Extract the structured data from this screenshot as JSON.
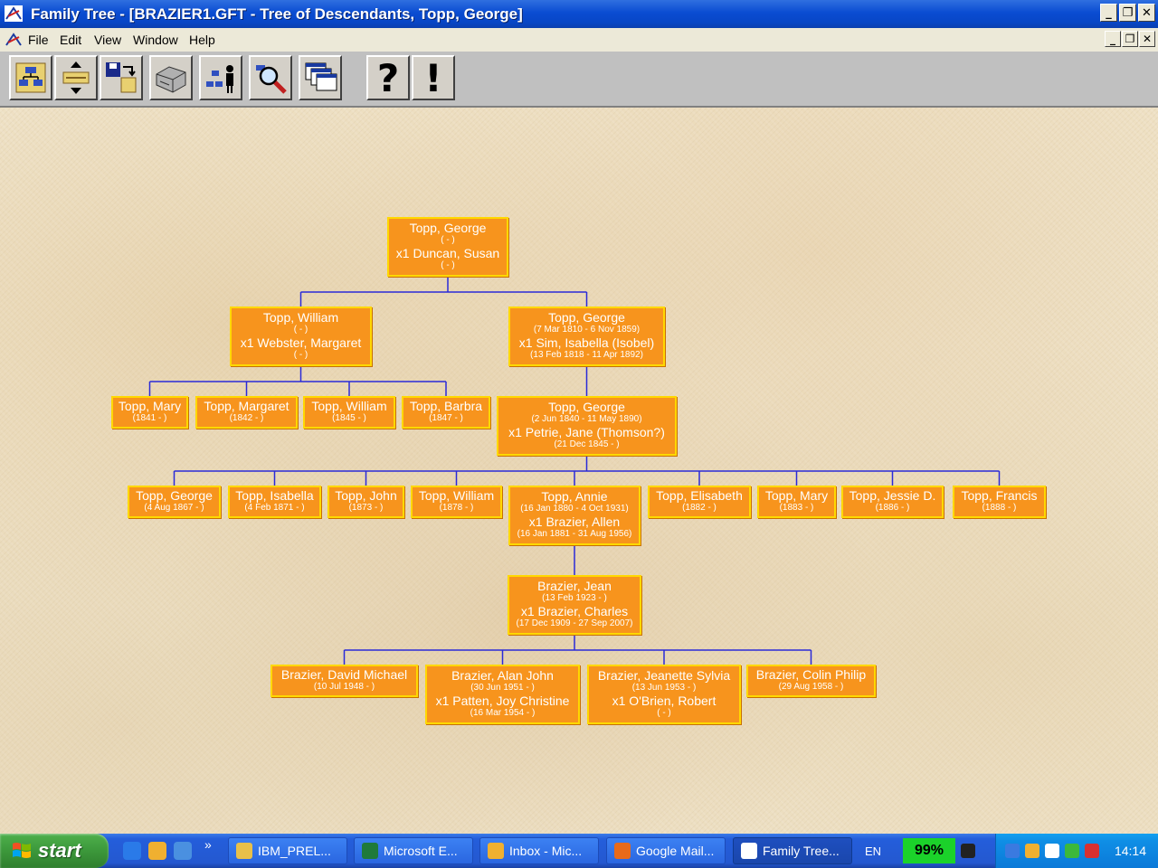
{
  "window": {
    "title": "Family Tree - [BRAZIER1.GFT - Tree of Descendants, Topp, George]",
    "controls": [
      "_",
      "❐",
      "✕"
    ]
  },
  "menu": {
    "items": [
      "File",
      "Edit",
      "View",
      "Window",
      "Help"
    ],
    "mdi_controls": [
      "_",
      "❐",
      "✕"
    ]
  },
  "toolbar": {
    "buttons": [
      {
        "icon": "family-group-icon"
      },
      {
        "icon": "move-vertical-icon"
      },
      {
        "icon": "save-print-icon"
      },
      {
        "icon": "printer-icon"
      },
      {
        "icon": "person-tree-icon"
      },
      {
        "icon": "search-magnifier-icon"
      },
      {
        "icon": "windows-cascade-icon"
      },
      {
        "icon": "help-question-icon",
        "glyph": "?"
      },
      {
        "icon": "info-exclamation-icon",
        "glyph": "!"
      }
    ]
  },
  "tree": {
    "node_fill": "#f7941d",
    "node_border": "#ffd800",
    "connector_color": "#2a2ad8",
    "nodes": [
      {
        "id": "g0",
        "name": "Topp, George",
        "dates": "( - )",
        "spouse": "x1 Duncan, Susan",
        "spouse_dates": "( - )"
      },
      {
        "id": "w1",
        "name": "Topp, William",
        "dates": "( - )",
        "spouse": "x1 Webster, Margaret",
        "spouse_dates": "( - )"
      },
      {
        "id": "g1",
        "name": "Topp, George",
        "dates": "(7 Mar 1810 - 6 Nov 1859)",
        "spouse": "x1 Sim, Isabella (Isobel)",
        "spouse_dates": "(13 Feb 1818 - 11 Apr 1892)"
      },
      {
        "id": "mary1",
        "name": "Topp, Mary",
        "dates": "(1841 - )"
      },
      {
        "id": "marg1",
        "name": "Topp, Margaret",
        "dates": "(1842 - )"
      },
      {
        "id": "will2",
        "name": "Topp, William",
        "dates": "(1845 - )"
      },
      {
        "id": "barb",
        "name": "Topp, Barbra",
        "dates": "(1847 - )"
      },
      {
        "id": "g2",
        "name": "Topp, George",
        "dates": "(2 Jun 1840 - 11 May 1890)",
        "spouse": "x1 Petrie, Jane (Thomson?)",
        "spouse_dates": "(21 Dec 1845 - )"
      },
      {
        "id": "g3",
        "name": "Topp, George",
        "dates": "(4 Aug 1867 - )"
      },
      {
        "id": "isa",
        "name": "Topp, Isabella",
        "dates": "(4 Feb 1871 - )"
      },
      {
        "id": "john",
        "name": "Topp, John",
        "dates": "(1873 - )"
      },
      {
        "id": "will3",
        "name": "Topp, William",
        "dates": "(1878 - )"
      },
      {
        "id": "annie",
        "name": "Topp, Annie",
        "dates": "(16 Jan 1880 - 4 Oct 1931)",
        "spouse": "x1 Brazier, Allen",
        "spouse_dates": "(16 Jan 1881 - 31 Aug 1956)"
      },
      {
        "id": "eli",
        "name": "Topp, Elisabeth",
        "dates": "(1882 - )"
      },
      {
        "id": "mary2",
        "name": "Topp, Mary",
        "dates": "(1883 - )"
      },
      {
        "id": "jessie",
        "name": "Topp, Jessie D.",
        "dates": "(1886 - )"
      },
      {
        "id": "fran",
        "name": "Topp, Francis",
        "dates": "(1888 - )"
      },
      {
        "id": "jean",
        "name": "Brazier, Jean",
        "dates": "(13 Feb 1923 - )",
        "spouse": "x1 Brazier, Charles",
        "spouse_dates": "(17 Dec 1909 - 27 Sep 2007)"
      },
      {
        "id": "david",
        "name": "Brazier, David Michael",
        "dates": "(10 Jul 1948 - )"
      },
      {
        "id": "alan",
        "name": "Brazier, Alan John",
        "dates": "(30 Jun 1951 - )",
        "spouse": "x1 Patten, Joy Christine",
        "spouse_dates": "(16 Mar 1954 - )"
      },
      {
        "id": "jeanette",
        "name": "Brazier, Jeanette Sylvia",
        "dates": "(13 Jun 1953 - )",
        "spouse": "x1 O'Brien, Robert",
        "spouse_dates": "( - )"
      },
      {
        "id": "colin",
        "name": "Brazier, Colin Philip",
        "dates": "(29 Aug 1958 - )"
      }
    ]
  },
  "taskbar": {
    "start_label": "start",
    "quick_launch": [
      "ie-icon",
      "outlook-icon",
      "media-icon"
    ],
    "overflow": "»",
    "tasks": [
      {
        "label": "IBM_PREL...",
        "icon": "folder-icon",
        "icon_color": "#e8c04a",
        "active": false
      },
      {
        "label": "Microsoft E...",
        "icon": "excel-icon",
        "icon_color": "#1f7a3a",
        "active": false
      },
      {
        "label": "Inbox - Mic...",
        "icon": "outlook-icon",
        "icon_color": "#f0b030",
        "active": false
      },
      {
        "label": "Google Mail...",
        "icon": "firefox-icon",
        "icon_color": "#e86a1a",
        "active": false
      },
      {
        "label": "Family Tree...",
        "icon": "family-tree-app-icon",
        "icon_color": "#ffffff",
        "active": true
      }
    ],
    "language": "EN",
    "battery": "99%",
    "clock": "14:14",
    "tray_icons": [
      {
        "name": "power-plug-icon",
        "color": "#222222"
      },
      {
        "name": "network-arrow-icon",
        "color": "#3a7ae0"
      },
      {
        "name": "outlook-tray-icon",
        "color": "#f0b030"
      },
      {
        "name": "zone-alarm-icon",
        "color": "#ffffff"
      },
      {
        "name": "shield-check-icon",
        "color": "#3cb83c"
      },
      {
        "name": "antivirus-icon",
        "color": "#d83030"
      }
    ]
  }
}
